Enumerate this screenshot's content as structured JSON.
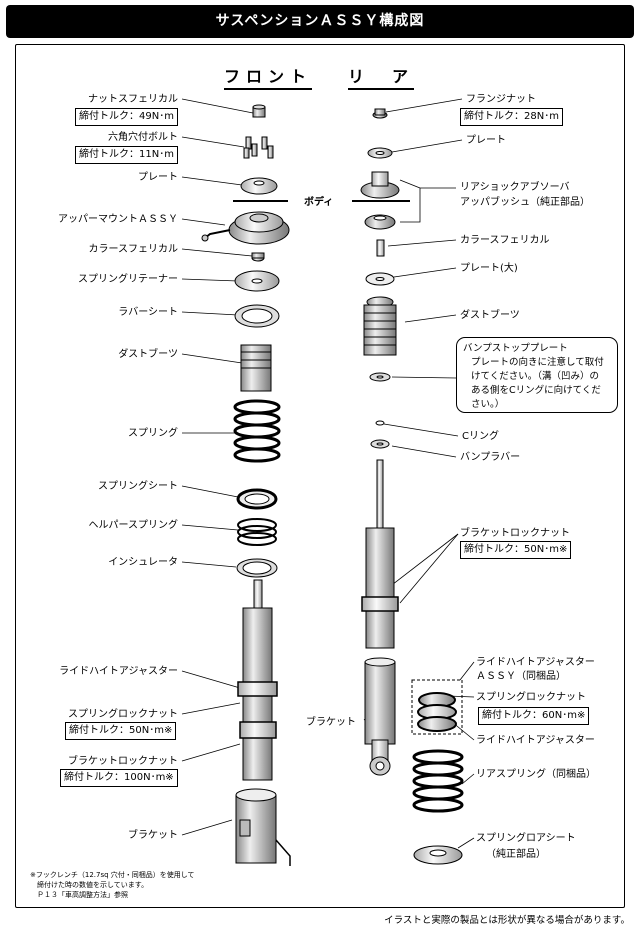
{
  "title": "サスペンションＡＳＳＹ構成図",
  "columns": {
    "front": "フロント",
    "rear": "リ　ア"
  },
  "body_label": "ボディ",
  "front_labels": [
    {
      "id": "nut",
      "text": "ナットスフェリカル"
    },
    {
      "id": "nut_torque",
      "text": "締付トルク：49N･m"
    },
    {
      "id": "hexbolt",
      "text": "六角穴付ボルト"
    },
    {
      "id": "hexbolt_torque",
      "text": "締付トルク：11N･m"
    },
    {
      "id": "plate",
      "text": "プレート"
    },
    {
      "id": "uppermount",
      "text": "アッパーマウントＡＳＳＹ"
    },
    {
      "id": "collar",
      "text": "カラースフェリカル"
    },
    {
      "id": "retainer",
      "text": "スプリングリテーナー"
    },
    {
      "id": "rubber",
      "text": "ラバーシート"
    },
    {
      "id": "dustboot",
      "text": "ダストブーツ"
    },
    {
      "id": "spring",
      "text": "スプリング"
    },
    {
      "id": "springseat",
      "text": "スプリングシート"
    },
    {
      "id": "helper",
      "text": "ヘルパースプリング"
    },
    {
      "id": "insulator",
      "text": "インシュレータ"
    },
    {
      "id": "rideheight",
      "text": "ライドハイトアジャスター"
    },
    {
      "id": "springlock",
      "text": "スプリングロックナット"
    },
    {
      "id": "springlock_torque",
      "text": "締付トルク：50N･m※"
    },
    {
      "id": "bracketlock",
      "text": "ブラケットロックナット"
    },
    {
      "id": "bracketlock_torque",
      "text": "締付トルク：100N･m※"
    },
    {
      "id": "bracket",
      "text": "ブラケット"
    }
  ],
  "rear_labels": [
    {
      "id": "flangenut",
      "text": "フランジナット"
    },
    {
      "id": "flangenut_torque",
      "text": "締付トルク：28N･m"
    },
    {
      "id": "plate",
      "text": "プレート"
    },
    {
      "id": "bush1",
      "text": "リアショックアブソーバ"
    },
    {
      "id": "bush2",
      "text": "アッパブッシュ（純正部品）"
    },
    {
      "id": "collar",
      "text": "カラースフェリカル"
    },
    {
      "id": "plate_large",
      "text": "プレート(大)"
    },
    {
      "id": "dustboot",
      "text": "ダストブーツ"
    },
    {
      "id": "cring",
      "text": "Cリング"
    },
    {
      "id": "bumprubber",
      "text": "バンプラバー"
    },
    {
      "id": "bracketlock",
      "text": "ブラケットロックナット"
    },
    {
      "id": "bracketlock_torque",
      "text": "締付トルク：50N･m※"
    },
    {
      "id": "bracket",
      "text": "ブラケット"
    },
    {
      "id": "rha1",
      "text": "ライドハイトアジャスター"
    },
    {
      "id": "rha2",
      "text": "ＡＳＳＹ（同梱品）"
    },
    {
      "id": "springlock",
      "text": "スプリングロックナット"
    },
    {
      "id": "springlock_torque",
      "text": "締付トルク：60N･m※"
    },
    {
      "id": "rha3",
      "text": "ライドハイトアジャスター"
    },
    {
      "id": "rearspring",
      "text": "リアスプリング（同梱品）"
    },
    {
      "id": "lowerseat1",
      "text": "スプリングロアシート"
    },
    {
      "id": "lowerseat2",
      "text": "（純正部品）"
    }
  ],
  "bump_stop": {
    "title": "バンプストッププレート",
    "body": "プレートの向きに注意して取付\nけてください。（溝（凹み）の\nある側をCリングに向けてくだ\nさい。）"
  },
  "note": [
    "※フックレンチ（12.7sq 穴付・同梱品）を使用して",
    "　締付けた時の数値を示しています。",
    "　Ｐ１３「車高調整方法」参照"
  ],
  "footer": "イラストと実際の製品とは形状が異なる場合があります。"
}
